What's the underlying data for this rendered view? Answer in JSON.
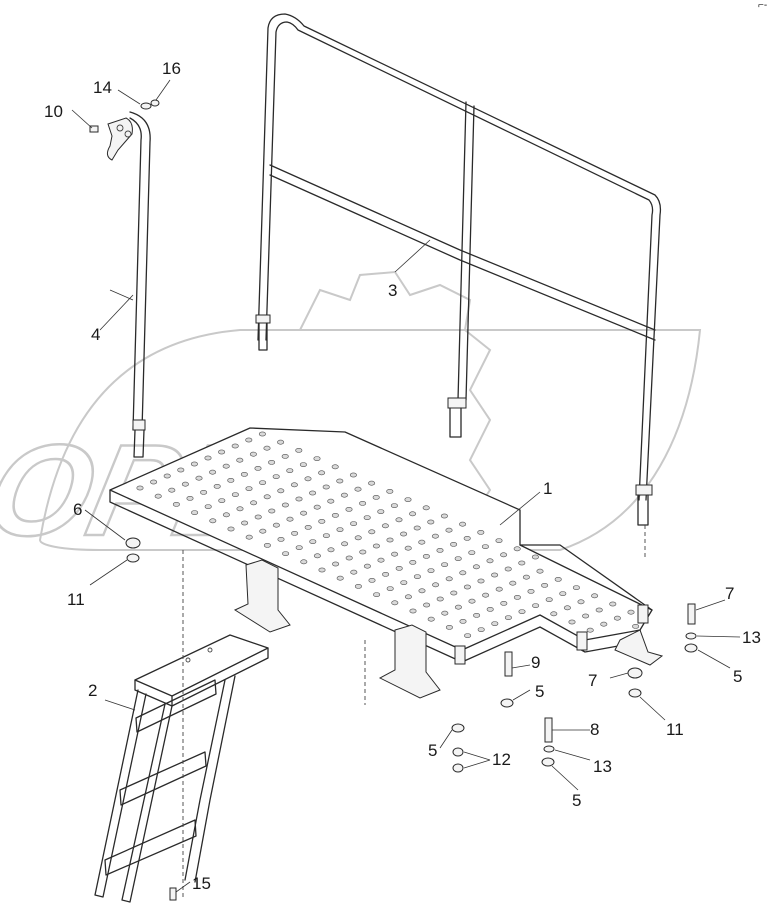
{
  "diagram": {
    "corner_mark": "⌐-",
    "watermark_text": "OPEX",
    "callouts": [
      {
        "id": "c1",
        "text": "1"
      },
      {
        "id": "c2",
        "text": "2"
      },
      {
        "id": "c3",
        "text": "3"
      },
      {
        "id": "c4",
        "text": "4"
      },
      {
        "id": "c5a",
        "text": "5"
      },
      {
        "id": "c5b",
        "text": "5"
      },
      {
        "id": "c5c",
        "text": "5"
      },
      {
        "id": "c5d",
        "text": "5"
      },
      {
        "id": "c6",
        "text": "6"
      },
      {
        "id": "c7a",
        "text": "7"
      },
      {
        "id": "c7b",
        "text": "7"
      },
      {
        "id": "c8",
        "text": "8"
      },
      {
        "id": "c9",
        "text": "9"
      },
      {
        "id": "c10",
        "text": "10"
      },
      {
        "id": "c11a",
        "text": "11"
      },
      {
        "id": "c11b",
        "text": "11"
      },
      {
        "id": "c12",
        "text": "12"
      },
      {
        "id": "c13a",
        "text": "13"
      },
      {
        "id": "c13b",
        "text": "13"
      },
      {
        "id": "c14",
        "text": "14"
      },
      {
        "id": "c15",
        "text": "15"
      },
      {
        "id": "c16",
        "text": "16"
      }
    ]
  }
}
